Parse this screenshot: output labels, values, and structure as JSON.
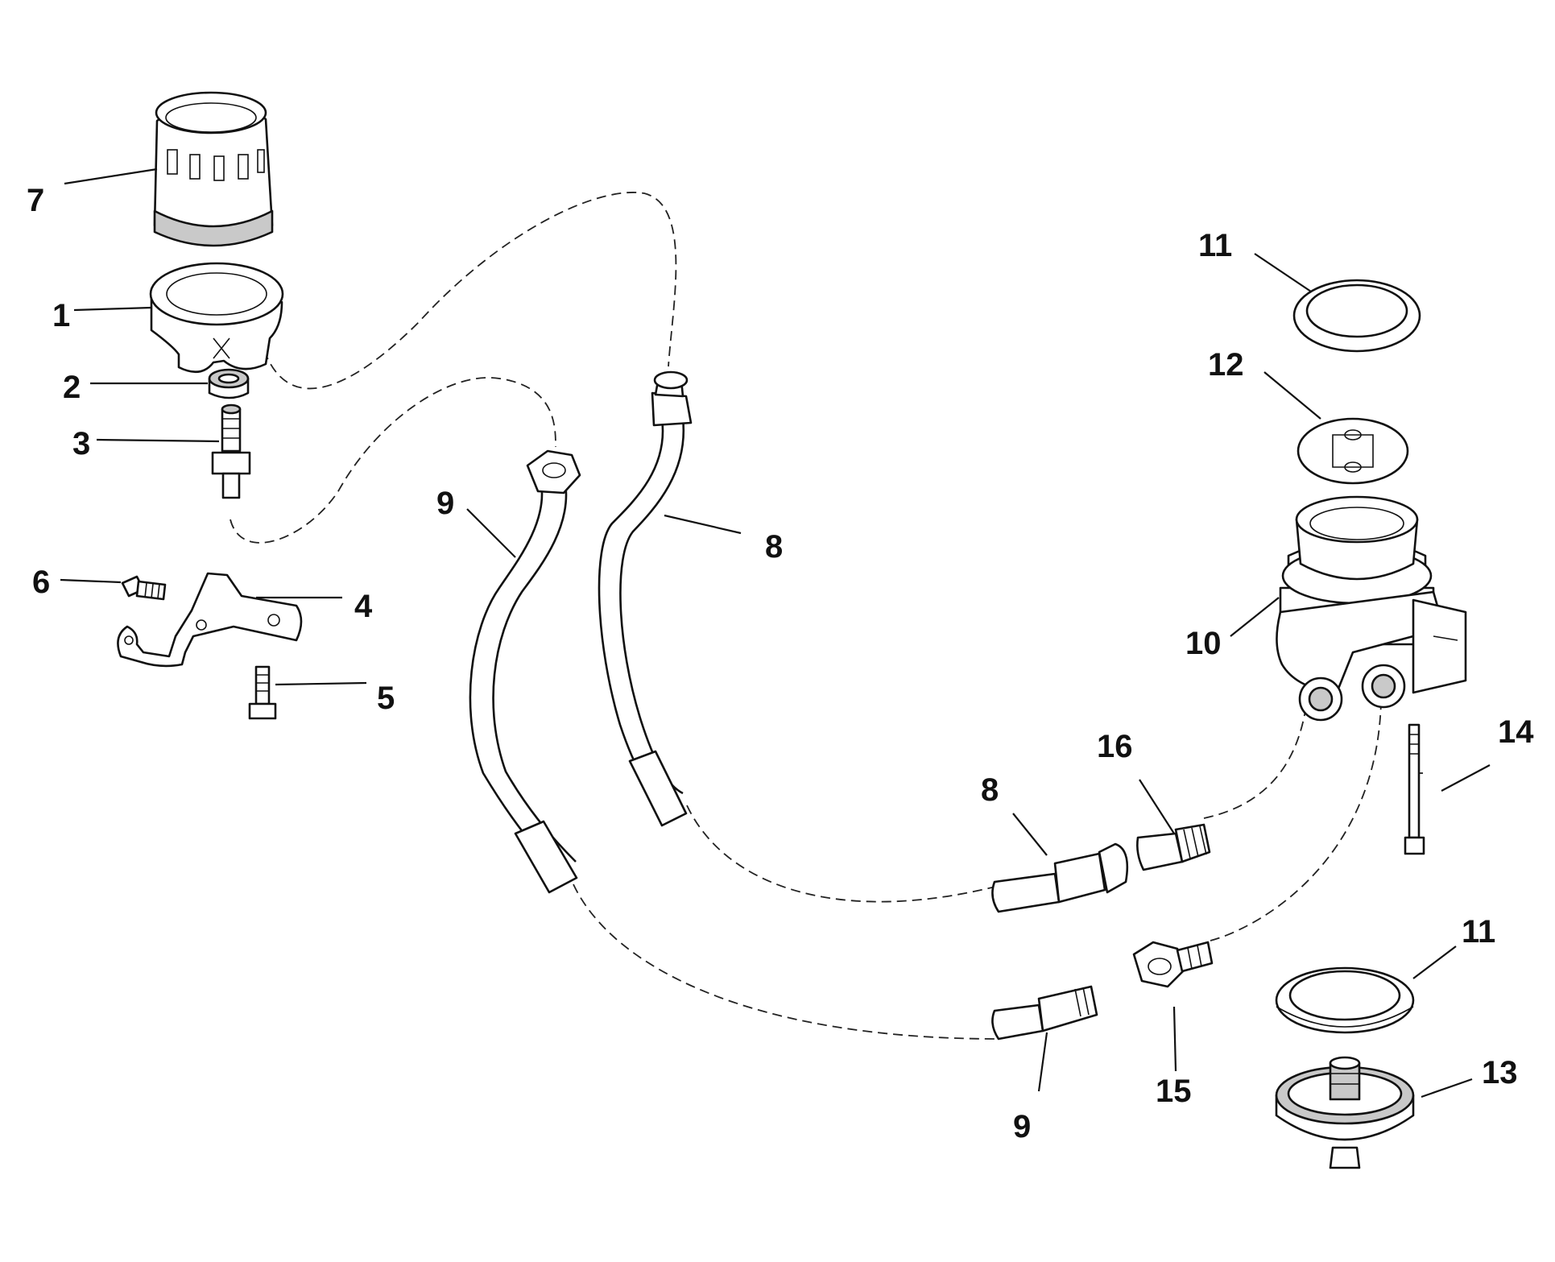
{
  "callouts": [
    {
      "id": "c7",
      "label": "7"
    },
    {
      "id": "c1",
      "label": "1"
    },
    {
      "id": "c2",
      "label": "2"
    },
    {
      "id": "c3",
      "label": "3"
    },
    {
      "id": "c6",
      "label": "6"
    },
    {
      "id": "c4",
      "label": "4"
    },
    {
      "id": "c5",
      "label": "5"
    },
    {
      "id": "c9a",
      "label": "9"
    },
    {
      "id": "c8a",
      "label": "8"
    },
    {
      "id": "c11a",
      "label": "11"
    },
    {
      "id": "c12",
      "label": "12"
    },
    {
      "id": "c10",
      "label": "10"
    },
    {
      "id": "c16",
      "label": "16"
    },
    {
      "id": "c8b",
      "label": "8"
    },
    {
      "id": "c14",
      "label": "14"
    },
    {
      "id": "c11b",
      "label": "11"
    },
    {
      "id": "c13",
      "label": "13"
    },
    {
      "id": "c15",
      "label": "15"
    },
    {
      "id": "c9b",
      "label": "9"
    }
  ]
}
